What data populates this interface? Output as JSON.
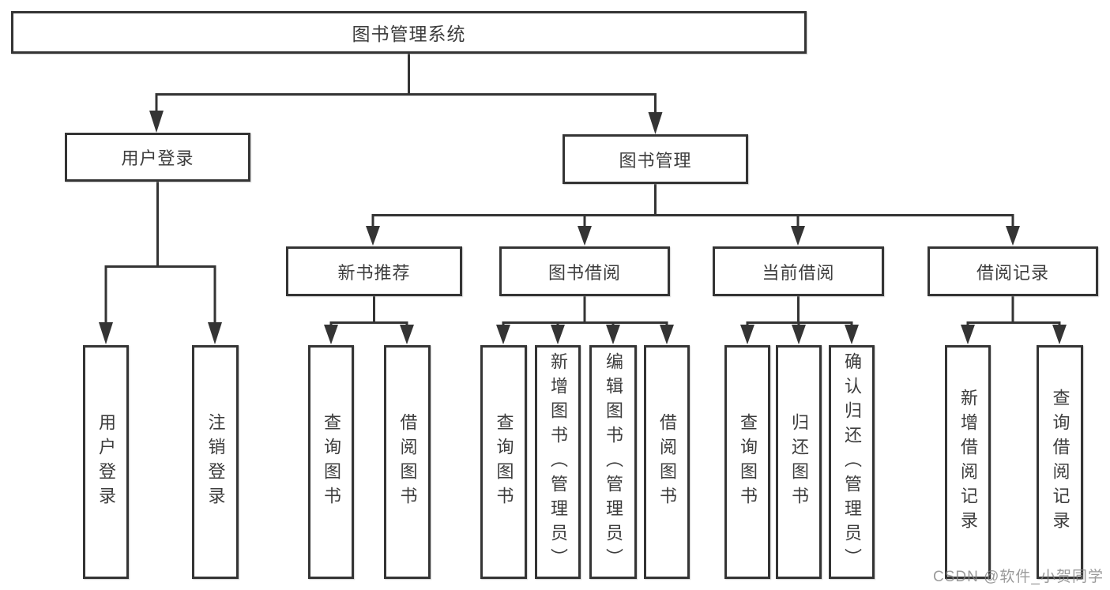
{
  "diagram_title": "图书管理系统",
  "colors": {
    "line": "#343434",
    "text": "#3d3d3d",
    "background": "#ffffff",
    "watermark": "#828282"
  },
  "nodes": {
    "root": {
      "label": "图书管理系统"
    },
    "level2": [
      {
        "label": "用户登录"
      },
      {
        "label": "图书管理"
      }
    ],
    "level3": [
      {
        "label": "新书推荐",
        "parent": "图书管理"
      },
      {
        "label": "图书借阅",
        "parent": "图书管理"
      },
      {
        "label": "当前借阅",
        "parent": "图书管理"
      },
      {
        "label": "借阅记录",
        "parent": "图书管理"
      }
    ],
    "leaves": [
      {
        "label": "用户登录",
        "parent": "用户登录"
      },
      {
        "label": "注销登录",
        "parent": "用户登录"
      },
      {
        "label": "查询图书",
        "parent": "新书推荐"
      },
      {
        "label": "借阅图书",
        "parent": "新书推荐"
      },
      {
        "label": "查询图书",
        "parent": "图书借阅"
      },
      {
        "label": "新增图书（管理员）",
        "parent": "图书借阅"
      },
      {
        "label": "编辑图书（管理员）",
        "parent": "图书借阅"
      },
      {
        "label": "借阅图书",
        "parent": "图书借阅"
      },
      {
        "label": "查询图书",
        "parent": "当前借阅"
      },
      {
        "label": "归还图书",
        "parent": "当前借阅"
      },
      {
        "label": "确认归还（管理员）",
        "parent": "当前借阅"
      },
      {
        "label": "新增借阅记录",
        "parent": "借阅记录"
      },
      {
        "label": "查询借阅记录",
        "parent": "借阅记录"
      }
    ]
  },
  "watermark": {
    "text": "CSDN @软件_小贺同学"
  }
}
